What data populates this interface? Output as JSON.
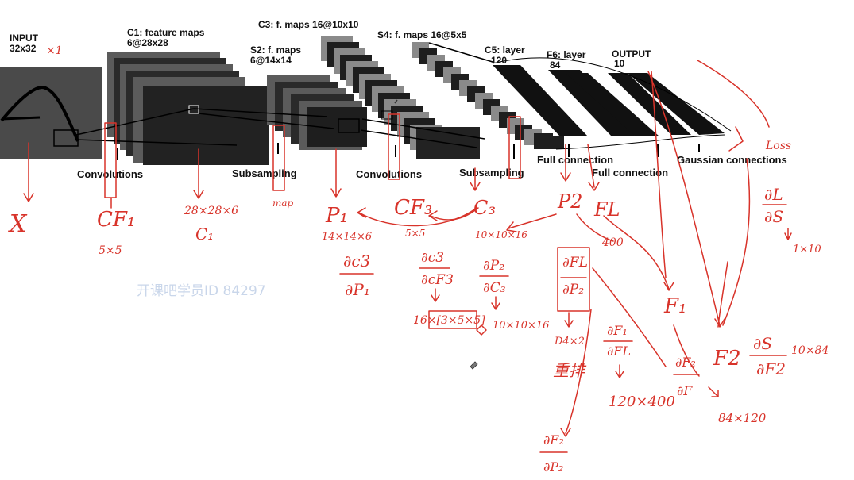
{
  "labels": {
    "input": [
      "INPUT",
      "32x32"
    ],
    "c1": [
      "C1: feature maps",
      "6@28x28"
    ],
    "s2": [
      "S2: f. maps",
      "6@14x14"
    ],
    "c3": "C3: f. maps 16@10x10",
    "s4": "S4: f. maps 16@5x5",
    "c5": [
      "C5: layer",
      "120"
    ],
    "f6": [
      "F6: layer",
      "84"
    ],
    "output": [
      "OUTPUT",
      "10"
    ]
  },
  "operations": [
    "Convolutions",
    "Subsampling",
    "Convolutions",
    "Subsampling",
    "Full connection",
    "Full connection",
    "Gaussian connections"
  ],
  "annotations": {
    "input_ch": "×1",
    "x": "X",
    "cf1": "CF₁",
    "cf1_size": "5×5",
    "c1": "C₁",
    "c1_size": "28×28×6",
    "map": "map",
    "p1": "P₁",
    "p1_size": "14×14×6",
    "cf3": "CF₃",
    "cf3_size": "5×5",
    "c3": "C₃",
    "c3_size": "10×10×16",
    "p2": "P2",
    "fl": "FL",
    "fl_size": "400",
    "loss": "Loss",
    "dl_ds": [
      "∂L",
      "∂S"
    ],
    "dl_ds_size": "1×10",
    "dc3_dp1": [
      "∂c3",
      "∂P₁"
    ],
    "dc3_dcf3": [
      "∂c3",
      "∂cF3"
    ],
    "dp2_dc3": [
      "∂P₂",
      "∂C₃"
    ],
    "dfl_dp2": [
      "∂FL",
      "∂P₂"
    ],
    "dp2_dfl": [
      "∂F₁",
      "∂FL"
    ],
    "dp1_size": "16×[3×5×5]",
    "dc3_size": "10×10×16",
    "reshape_size": "D4×2",
    "reshape": "重排",
    "f1": "F₁",
    "f2": "F2",
    "ds_df2": [
      "∂S",
      "∂F2"
    ],
    "ds_df2_size": "10×84",
    "df2_df1": [
      "∂F₂",
      "∂F"
    ],
    "w1_size": "120×400",
    "w2_size": "84×120",
    "df2_dp2": [
      "∂F₂",
      "∂P₂"
    ]
  },
  "watermark": "开课吧学员ID 84297"
}
